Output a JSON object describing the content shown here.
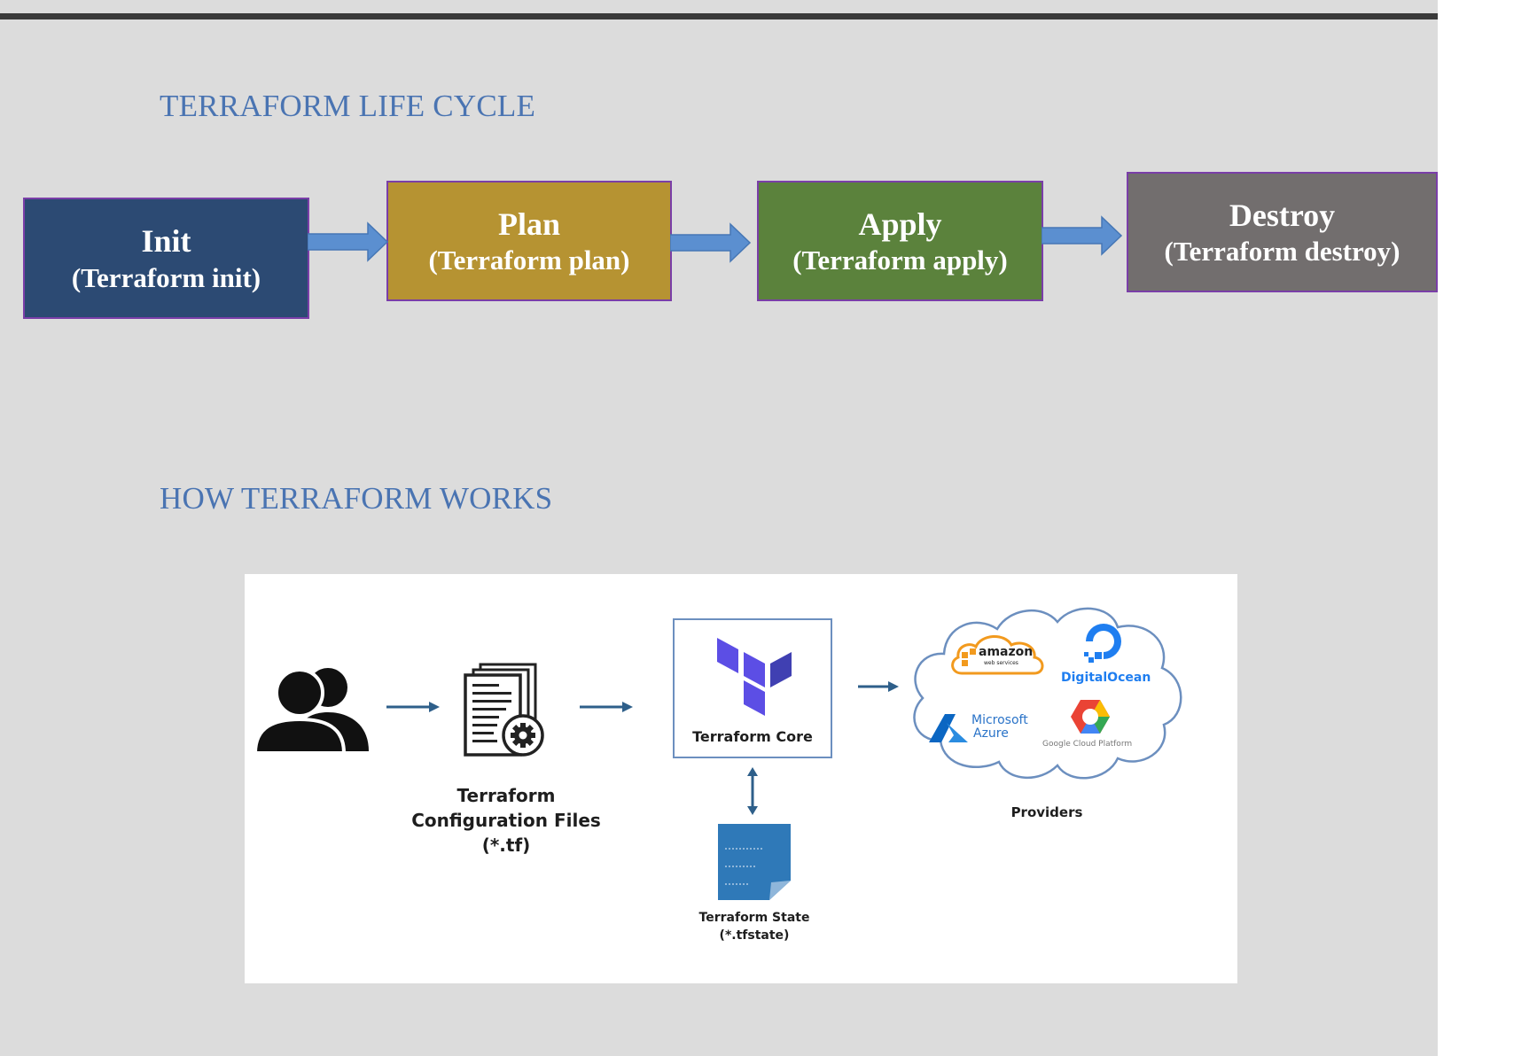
{
  "sections": {
    "lifecycle_title": "TERRAFORM LIFE CYCLE",
    "how_title": "HOW TERRAFORM WORKS"
  },
  "lifecycle": [
    {
      "name": "Init",
      "command": "(Terraform init)",
      "color": "#2c4a73"
    },
    {
      "name": "Plan",
      "command": "(Terraform plan)",
      "color": "#b69332"
    },
    {
      "name": "Apply",
      "command": "(Terraform apply)",
      "color": "#5b823c"
    },
    {
      "name": "Destroy",
      "command": "(Terraform destroy)",
      "color": "#726e6e"
    }
  ],
  "colors": {
    "title_blue": "#4a74b2",
    "arrow_blue": "#5b8fd0",
    "box_border": "#7a3ea8",
    "flow_arrow": "#2e5f8a",
    "terraform_purple": "#5c4ee5",
    "state_doc": "#2f79b8"
  },
  "workflow": {
    "users_icon": "users-icon",
    "config_files": {
      "icon": "document-gear-icon",
      "line1": "Terraform",
      "line2": "Configuration Files",
      "line3": "(*.tf)"
    },
    "core": {
      "icon": "terraform-logo-icon",
      "label": "Terraform Core"
    },
    "state": {
      "icon": "state-file-icon",
      "line1": "Terraform State",
      "line2": "(*.tfstate)"
    },
    "providers": {
      "label": "Providers",
      "aws_text": "amazon",
      "aws_sub": "web services",
      "digitalocean": "DigitalOcean",
      "azure_line1": "Microsoft",
      "azure_line2": "Azure",
      "gcp": "Google Cloud Platform"
    }
  }
}
